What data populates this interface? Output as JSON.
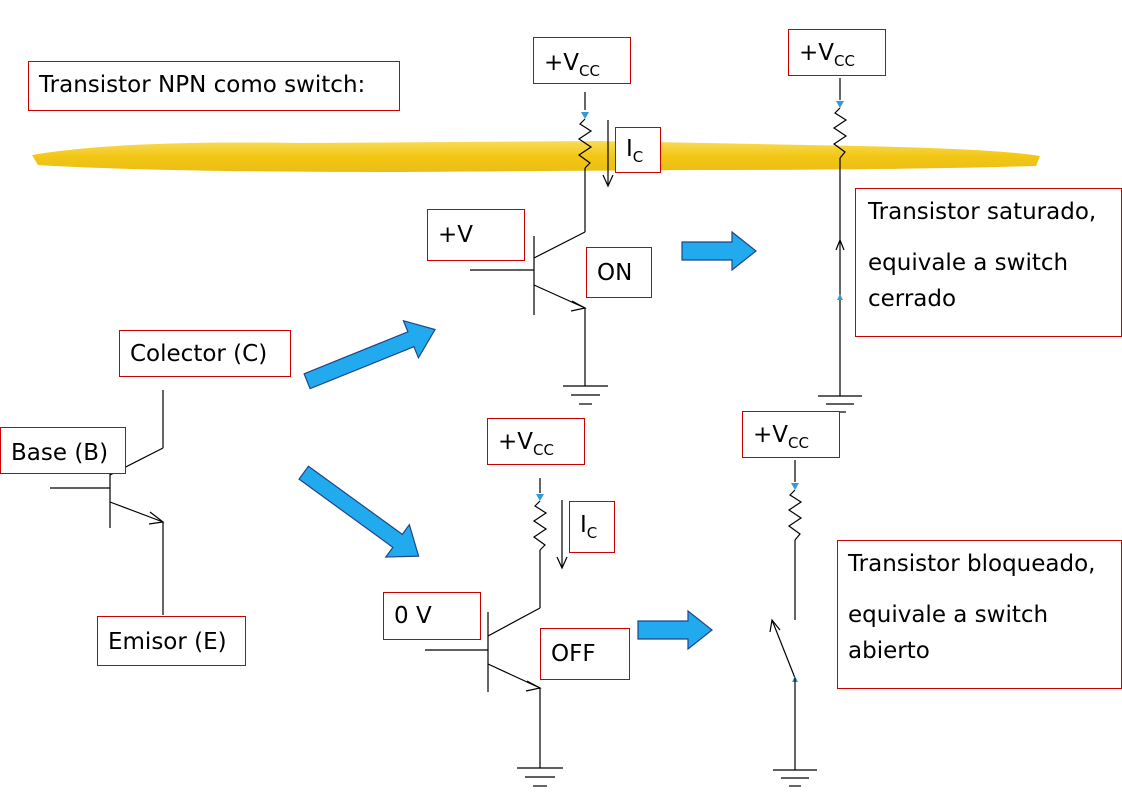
{
  "title": "Transistor NPN como switch:",
  "labels": {
    "collector": "Colector (C)",
    "base": "Base (B)",
    "emitter": "Emisor (E)"
  },
  "on_circuit": {
    "vcc": {
      "main": "+V",
      "sub": "CC"
    },
    "ic": {
      "main": "I",
      "sub": "C"
    },
    "base_voltage": "+V",
    "state": "ON"
  },
  "off_circuit": {
    "vcc": {
      "main": "+V",
      "sub": "CC"
    },
    "ic": {
      "main": "I",
      "sub": "C"
    },
    "base_voltage": "0 V",
    "state": "OFF"
  },
  "switch_closed": {
    "vcc": {
      "main": "+V",
      "sub": "CC"
    },
    "line1": "Transistor saturado,",
    "line2": "equivale a switch cerrado"
  },
  "switch_open": {
    "vcc": {
      "main": "+V",
      "sub": "CC"
    },
    "line1": "Transistor bloqueado,",
    "line2": "equivale a switch abierto"
  },
  "colors": {
    "highlight": "#f2c200",
    "arrow_fill": "#22aaee",
    "box_border": "#cc0000"
  }
}
